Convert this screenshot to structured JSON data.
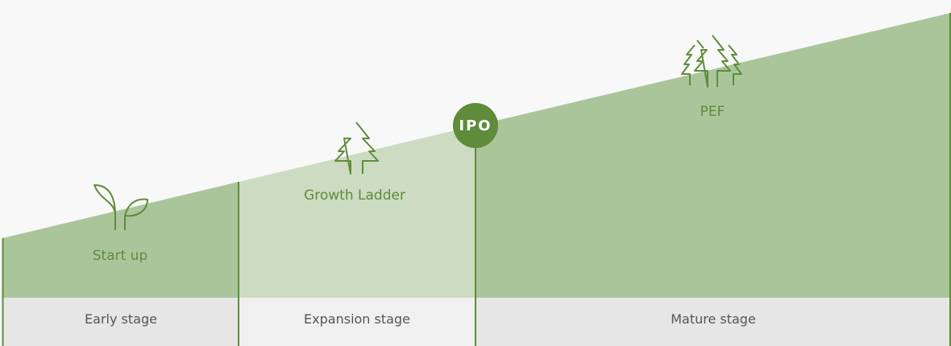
{
  "segments": [
    {
      "stage": "Early stage",
      "label": "Start up",
      "icon": "sprout-icon"
    },
    {
      "stage": "Expansion stage",
      "label": "Growth Ladder",
      "icon": "tree-icon"
    },
    {
      "stage": "Mature stage",
      "label": "PEF",
      "icon": "forest-icon"
    }
  ],
  "milestone": {
    "label": "IPO"
  },
  "colors": {
    "primary": "#5e8c3a",
    "dark_fill": "#abc59b",
    "light_fill": "#cddbc2",
    "bar": "#e6e6e6",
    "bar_light": "#f0f0f0"
  }
}
